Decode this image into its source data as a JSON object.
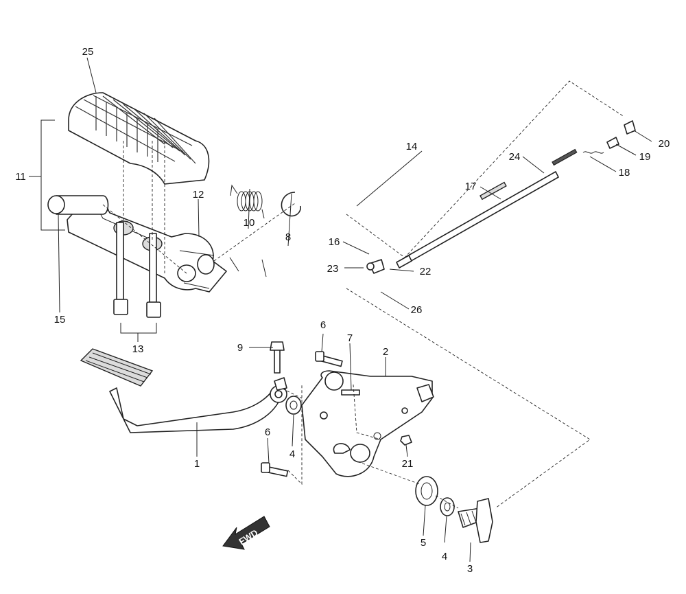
{
  "diagram": {
    "fwd_label": "FWD",
    "callouts": [
      {
        "id": "c1",
        "label": "1"
      },
      {
        "id": "c2",
        "label": "2"
      },
      {
        "id": "c3",
        "label": "3"
      },
      {
        "id": "c4a",
        "label": "4"
      },
      {
        "id": "c4b",
        "label": "4"
      },
      {
        "id": "c5",
        "label": "5"
      },
      {
        "id": "c6a",
        "label": "6"
      },
      {
        "id": "c6b",
        "label": "6"
      },
      {
        "id": "c7",
        "label": "7"
      },
      {
        "id": "c8",
        "label": "8"
      },
      {
        "id": "c9",
        "label": "9"
      },
      {
        "id": "c10",
        "label": "10"
      },
      {
        "id": "c11",
        "label": "11"
      },
      {
        "id": "c12",
        "label": "12"
      },
      {
        "id": "c13",
        "label": "13"
      },
      {
        "id": "c14",
        "label": "14"
      },
      {
        "id": "c15",
        "label": "15"
      },
      {
        "id": "c16",
        "label": "16"
      },
      {
        "id": "c17",
        "label": "17"
      },
      {
        "id": "c18",
        "label": "18"
      },
      {
        "id": "c19",
        "label": "19"
      },
      {
        "id": "c20",
        "label": "20"
      },
      {
        "id": "c21",
        "label": "21"
      },
      {
        "id": "c22",
        "label": "22"
      },
      {
        "id": "c23",
        "label": "23"
      },
      {
        "id": "c24",
        "label": "24"
      },
      {
        "id": "c25",
        "label": "25"
      },
      {
        "id": "c26",
        "label": "26"
      }
    ]
  }
}
